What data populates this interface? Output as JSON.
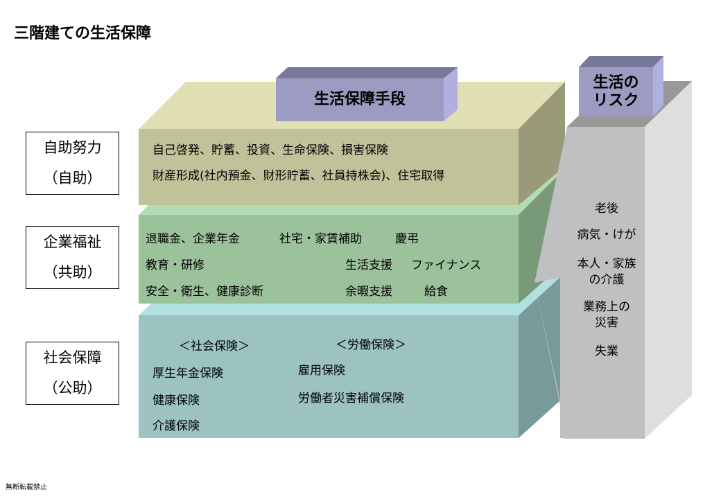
{
  "title": "三階建ての生活保障",
  "header_means": "生活保障手段",
  "header_risk": [
    "生活の",
    "リスク"
  ],
  "tiers": [
    {
      "name": "自助努力",
      "sub": "（自助）",
      "lines": [
        "自己啓発、貯蓄、投資、生命保険、損害保険",
        "財産形成(社内預金、財形貯蓄、社員持株会)、住宅取得"
      ],
      "color": "#c2c29a"
    },
    {
      "name": "企業福祉",
      "sub": "（共助）",
      "items": [
        "退職金、企業年金",
        "社宅・家賃補助",
        "慶弔",
        "教育・研修",
        "生活支援",
        "ファイナンス",
        "安全・衛生、健康診断",
        "余暇支援",
        "給食"
      ],
      "color": "#9cc29c"
    },
    {
      "name": "社会保障",
      "sub": "（公助）",
      "groups": [
        {
          "heading": "＜社会保険＞",
          "items": [
            "厚生年金保険",
            "健康保険",
            "介護保険"
          ]
        },
        {
          "heading": "＜労働保険＞",
          "items": [
            "雇用保険",
            "労働者災害補償保険"
          ]
        }
      ],
      "color": "#9cc2c2"
    }
  ],
  "risks": [
    "老後",
    "病気・けが",
    "本人・家族",
    "の介護",
    "業務上の",
    "災害",
    "失業"
  ],
  "footer": "無断転載禁止"
}
